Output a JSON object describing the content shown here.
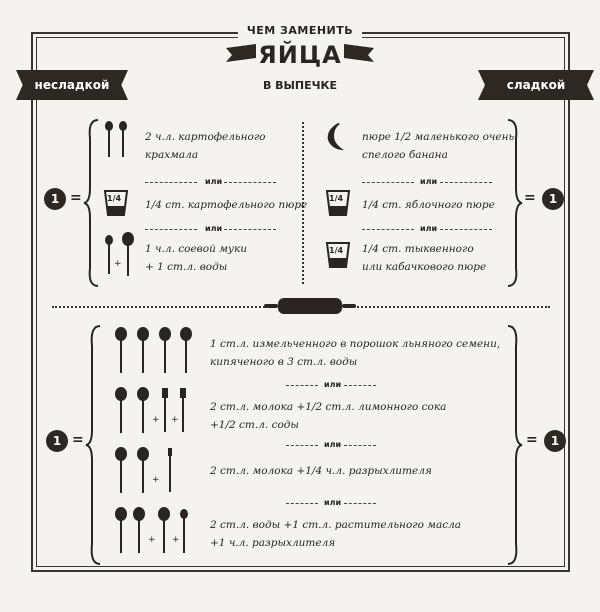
{
  "header": {
    "top": "ЧЕМ ЗАМЕНИТЬ",
    "main": "ЯЙЦА",
    "sub": "В ВЫПЕЧКЕ"
  },
  "labels": {
    "savory": "несладкой",
    "sweet": "сладкой"
  },
  "number_one": "1",
  "equals": "=",
  "plus": "+",
  "cup_label": "1/4",
  "or_label": "или",
  "savory_options": [
    "2 ч.л. картофельного\nкрахмала",
    "1/4 ст. картофельного пюре",
    "1 ч.л. соевой муки\n+ 1 ст.л. воды"
  ],
  "sweet_options": [
    "пюре 1/2 маленького очень\nспелого банана",
    "1/4 ст. яблочного пюре",
    "1/4 ст. тыквенного\nили кабачкового пюре"
  ],
  "common_options": [
    "1 ст.л. измельченного в порошок льняного семени,\nкипяченого в 3 ст.л. воды",
    "2 ст.л. молока +1/2 ст.л. лимонного сока\n+1/2 ст.л. соды",
    "2 ст.л. молока +1/4 ч.л. разрыхлителя",
    "2 ст.л. воды +1 ст.л. растительного масла\n+1 ч.л. разрыхлителя"
  ]
}
